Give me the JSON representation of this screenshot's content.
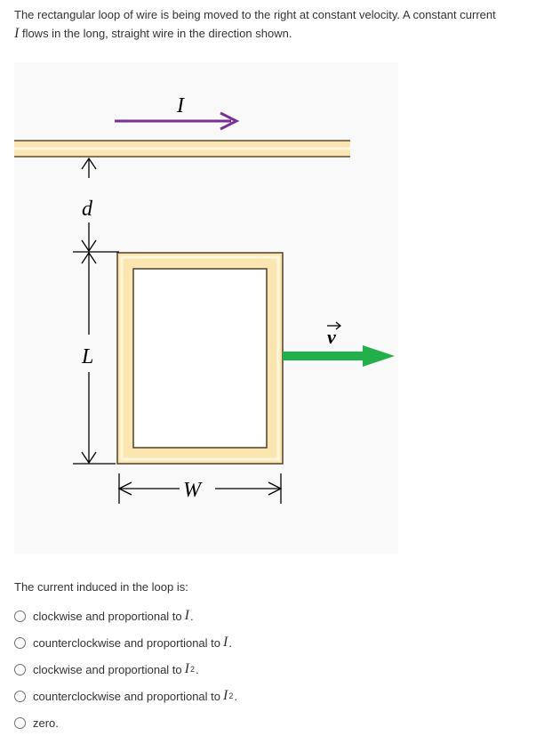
{
  "question": {
    "line1": "The rectangular loop of wire is being moved to the right at constant velocity. A constant current",
    "current_symbol": "I",
    "line2": "flows in the long, straight wire in the direction shown."
  },
  "figure": {
    "label_current": "I",
    "label_d": "d",
    "label_L": "L",
    "label_W": "W",
    "label_v": "v",
    "colors": {
      "current_arrow": "#7a2e96",
      "velocity_arrow": "#22b04b",
      "wire_fill": "#fbe6b2",
      "wire_edge": "#5a4a32"
    }
  },
  "prompt": "The current induced in the loop is:",
  "options": [
    {
      "text": "clockwise and proportional to",
      "math": "I",
      "exp": "",
      "end": "."
    },
    {
      "text": "counterclockwise and proportional to",
      "math": "I",
      "exp": "",
      "end": "."
    },
    {
      "text": "clockwise and proportional to",
      "math": "I",
      "exp": "2",
      "end": "."
    },
    {
      "text": "counterclockwise and proportional to",
      "math": "I",
      "exp": "2",
      "end": "."
    },
    {
      "text": "zero.",
      "math": "",
      "exp": "",
      "end": ""
    }
  ]
}
